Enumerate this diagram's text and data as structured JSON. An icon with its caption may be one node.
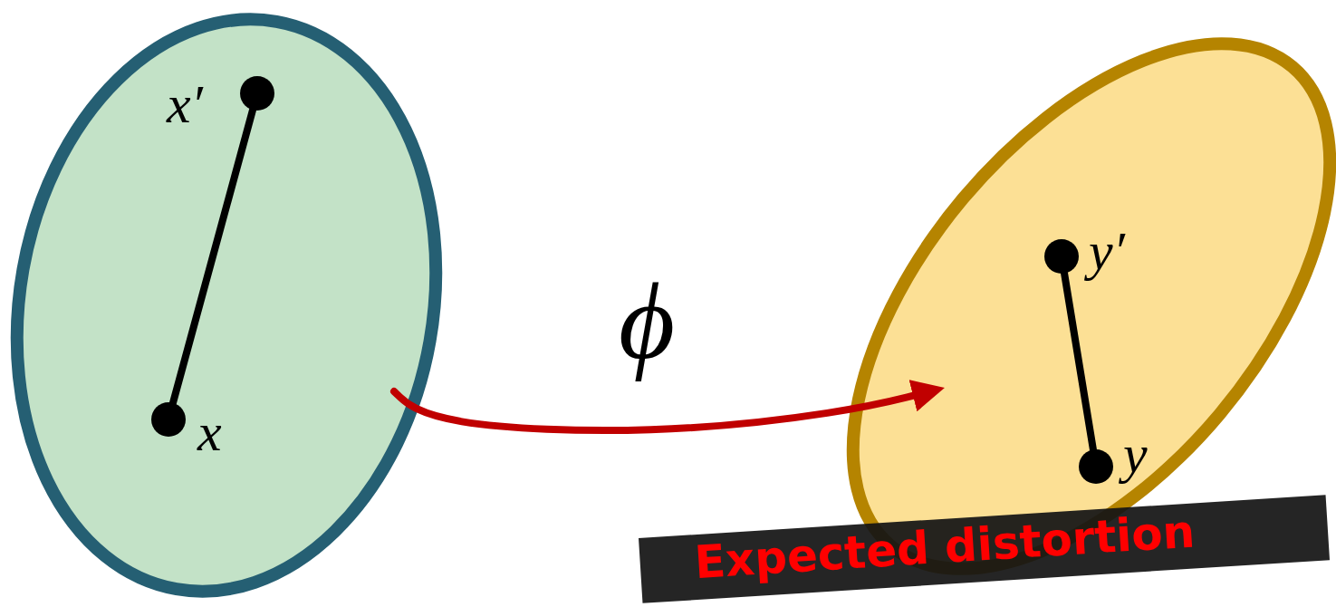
{
  "diagram": {
    "nodes": [
      {
        "text": [],
        "shape": "ellipse"
      },
      {
        "text": [
          "x′"
        ],
        "in": 0
      },
      {
        "text": [
          "x"
        ],
        "in": 0
      },
      {
        "text": [],
        "shape": "ellipse"
      },
      {
        "text": [
          "y′"
        ],
        "in": 3
      },
      {
        "text": [
          "y"
        ],
        "in": 3
      }
    ],
    "edges": [
      {
        "from": 2,
        "to": 1,
        "arrow": "none"
      },
      {
        "from": 5,
        "to": 4,
        "arrow": "none"
      },
      {
        "from": 0,
        "to": 3,
        "arrow": "to",
        "label": "ϕ",
        "color": "#c00000"
      }
    ],
    "labels": [
      "Expected distortion"
    ]
  }
}
